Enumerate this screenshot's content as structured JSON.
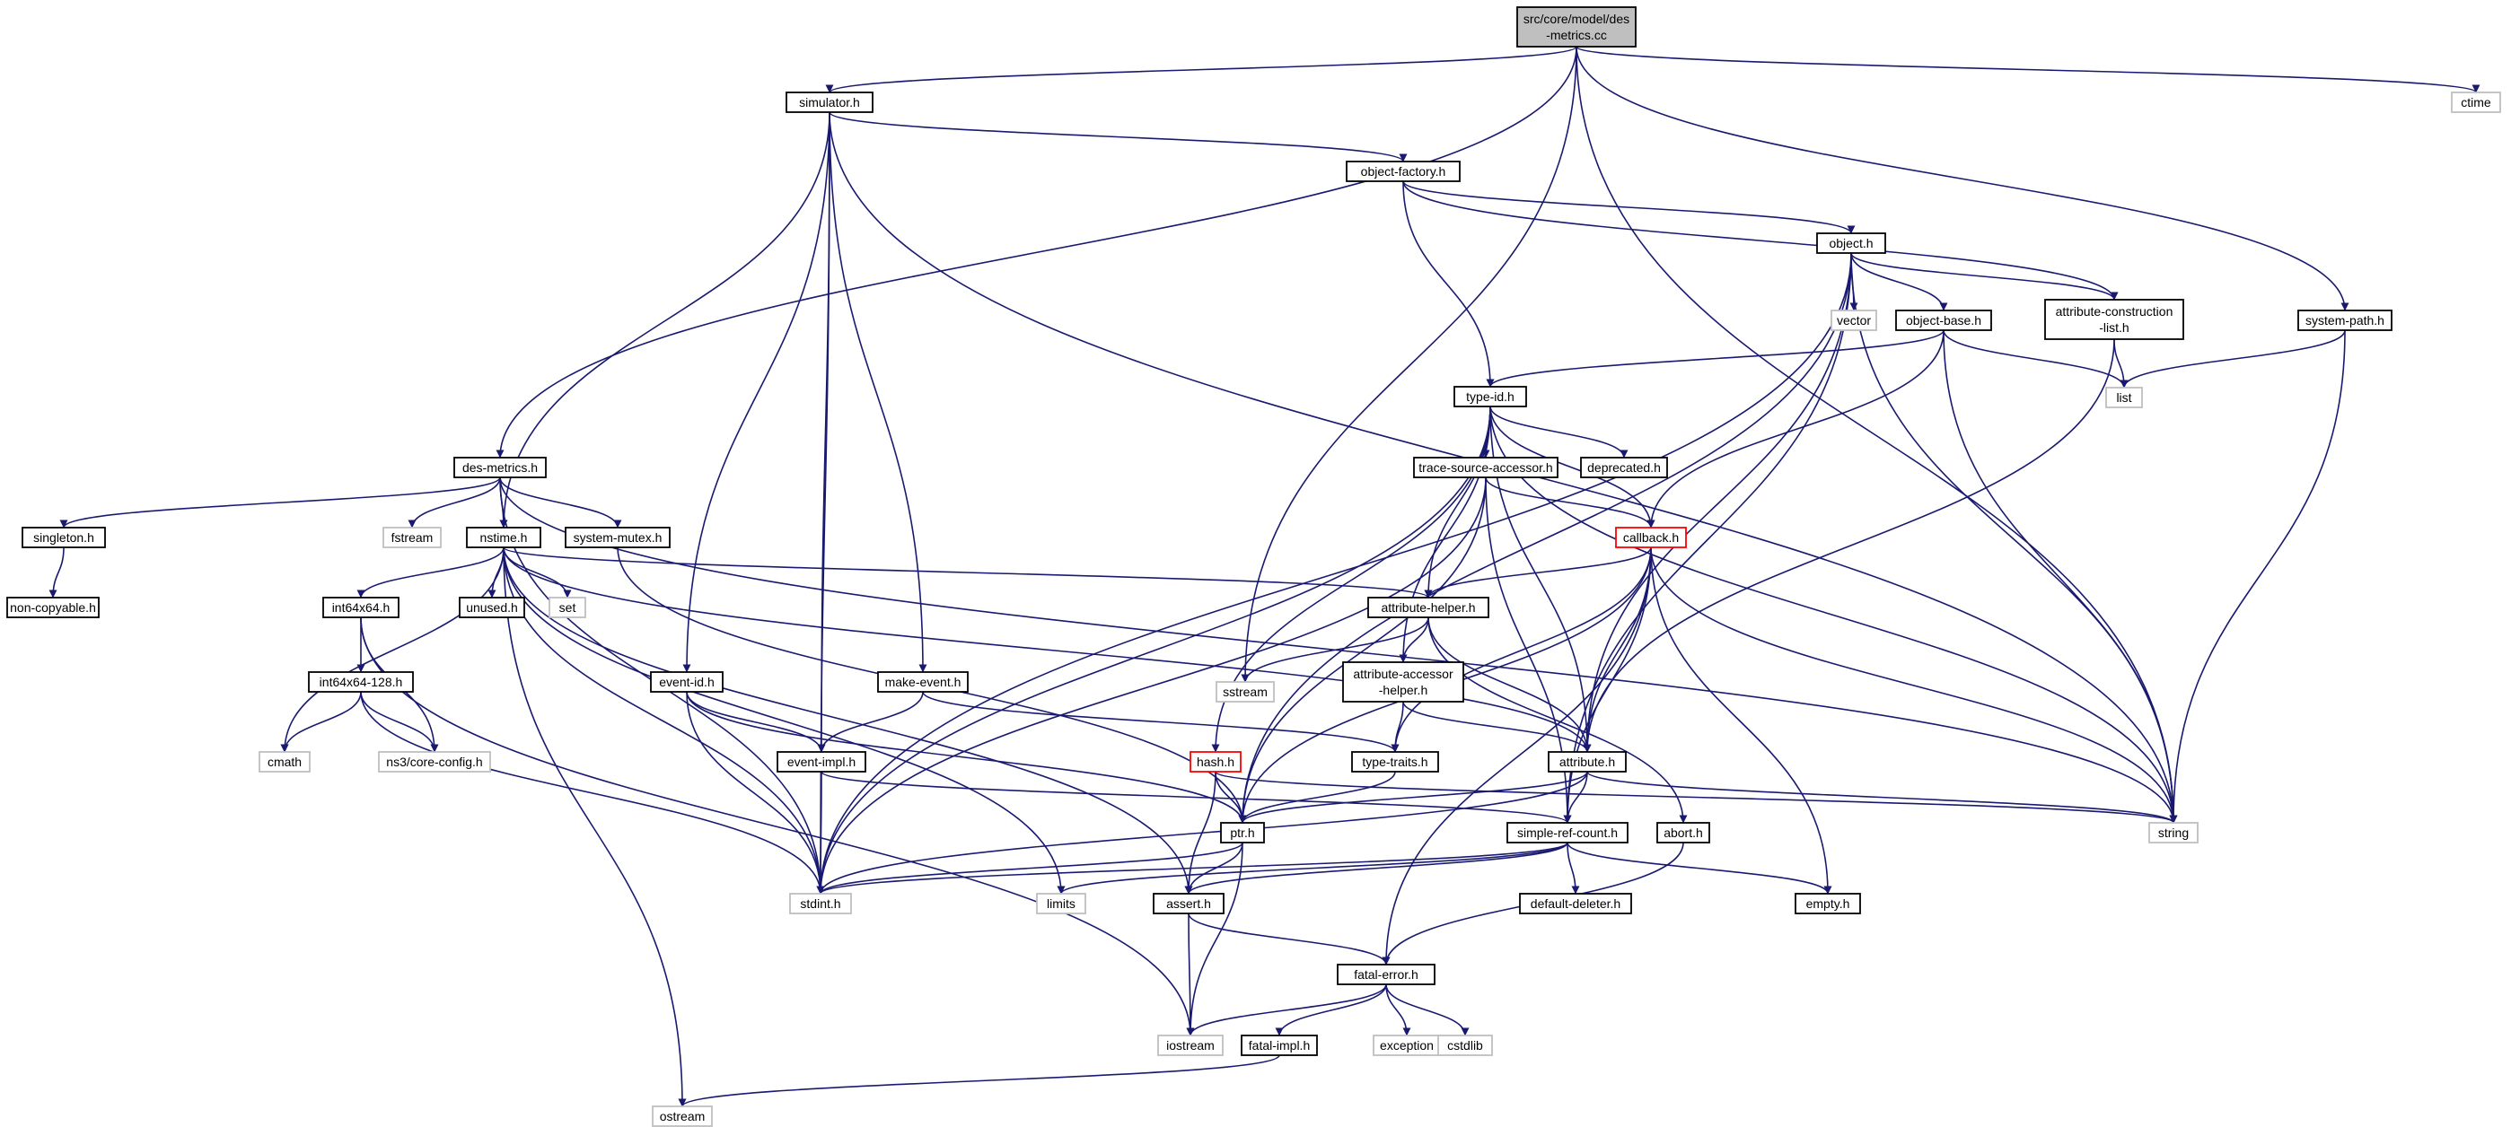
{
  "diagram": {
    "colors": {
      "edge": "#191970",
      "node_border": "#000000",
      "external_border": "#bfbfbf",
      "external_text": "#404040",
      "root_fill": "#bfbfbf",
      "highlight_border": "#ff0000"
    },
    "nodes": [
      {
        "id": "root",
        "label": "src/core/model/des\n-metrics.cc",
        "kind": "root"
      },
      {
        "id": "ctime",
        "label": "ctime",
        "kind": "external"
      },
      {
        "id": "simulator",
        "label": "simulator.h",
        "kind": "header"
      },
      {
        "id": "objfactory",
        "label": "object-factory.h",
        "kind": "header"
      },
      {
        "id": "object",
        "label": "object.h",
        "kind": "header"
      },
      {
        "id": "vector",
        "label": "vector",
        "kind": "external"
      },
      {
        "id": "objbase",
        "label": "object-base.h",
        "kind": "header"
      },
      {
        "id": "attrconst",
        "label": "attribute-construction\n-list.h",
        "kind": "header"
      },
      {
        "id": "syspath",
        "label": "system-path.h",
        "kind": "header"
      },
      {
        "id": "list",
        "label": "list",
        "kind": "external"
      },
      {
        "id": "typeid",
        "label": "type-id.h",
        "kind": "header"
      },
      {
        "id": "desmetrics",
        "label": "des-metrics.h",
        "kind": "header"
      },
      {
        "id": "tracesrc",
        "label": "trace-source-accessor.h",
        "kind": "header"
      },
      {
        "id": "deprecated",
        "label": "deprecated.h",
        "kind": "header"
      },
      {
        "id": "singleton",
        "label": "singleton.h",
        "kind": "header"
      },
      {
        "id": "fstream",
        "label": "fstream",
        "kind": "external"
      },
      {
        "id": "nstime",
        "label": "nstime.h",
        "kind": "header"
      },
      {
        "id": "sysmutex",
        "label": "system-mutex.h",
        "kind": "header"
      },
      {
        "id": "callback",
        "label": "callback.h",
        "kind": "highlight"
      },
      {
        "id": "noncopy",
        "label": "non-copyable.h",
        "kind": "header"
      },
      {
        "id": "int64",
        "label": "int64x64.h",
        "kind": "header"
      },
      {
        "id": "unused",
        "label": "unused.h",
        "kind": "header"
      },
      {
        "id": "set",
        "label": "set",
        "kind": "external"
      },
      {
        "id": "attrhelper",
        "label": "attribute-helper.h",
        "kind": "header"
      },
      {
        "id": "int64128",
        "label": "int64x64-128.h",
        "kind": "header"
      },
      {
        "id": "eventid",
        "label": "event-id.h",
        "kind": "header"
      },
      {
        "id": "makeevent",
        "label": "make-event.h",
        "kind": "header"
      },
      {
        "id": "sstream",
        "label": "sstream",
        "kind": "external"
      },
      {
        "id": "attracc",
        "label": "attribute-accessor\n-helper.h",
        "kind": "header"
      },
      {
        "id": "cmath",
        "label": "cmath",
        "kind": "external"
      },
      {
        "id": "coreconfig",
        "label": "ns3/core-config.h",
        "kind": "external"
      },
      {
        "id": "eventimpl",
        "label": "event-impl.h",
        "kind": "header"
      },
      {
        "id": "hash",
        "label": "hash.h",
        "kind": "highlight"
      },
      {
        "id": "typetraits",
        "label": "type-traits.h",
        "kind": "header"
      },
      {
        "id": "attribute",
        "label": "attribute.h",
        "kind": "header"
      },
      {
        "id": "ptr",
        "label": "ptr.h",
        "kind": "header"
      },
      {
        "id": "simpleref",
        "label": "simple-ref-count.h",
        "kind": "header"
      },
      {
        "id": "abort",
        "label": "abort.h",
        "kind": "header"
      },
      {
        "id": "string",
        "label": "string",
        "kind": "external"
      },
      {
        "id": "stdint",
        "label": "stdint.h",
        "kind": "external"
      },
      {
        "id": "limits",
        "label": "limits",
        "kind": "external"
      },
      {
        "id": "assert",
        "label": "assert.h",
        "kind": "header"
      },
      {
        "id": "defdeleter",
        "label": "default-deleter.h",
        "kind": "header"
      },
      {
        "id": "empty",
        "label": "empty.h",
        "kind": "header"
      },
      {
        "id": "fatalerror",
        "label": "fatal-error.h",
        "kind": "header"
      },
      {
        "id": "iostream",
        "label": "iostream",
        "kind": "external"
      },
      {
        "id": "fatalimpl",
        "label": "fatal-impl.h",
        "kind": "header"
      },
      {
        "id": "exception",
        "label": "exception",
        "kind": "external"
      },
      {
        "id": "cstdlib",
        "label": "cstdlib",
        "kind": "external"
      },
      {
        "id": "ostream",
        "label": "ostream",
        "kind": "external"
      }
    ],
    "edges": [
      [
        "root",
        "simulator"
      ],
      [
        "root",
        "desmetrics"
      ],
      [
        "root",
        "sstream"
      ],
      [
        "root",
        "ctime"
      ],
      [
        "root",
        "syspath"
      ],
      [
        "root",
        "string"
      ],
      [
        "simulator",
        "objfactory"
      ],
      [
        "simulator",
        "nstime"
      ],
      [
        "simulator",
        "eventid"
      ],
      [
        "simulator",
        "eventimpl"
      ],
      [
        "simulator",
        "makeevent"
      ],
      [
        "simulator",
        "stdint"
      ],
      [
        "simulator",
        "string"
      ],
      [
        "objfactory",
        "object"
      ],
      [
        "objfactory",
        "typeid"
      ],
      [
        "objfactory",
        "attrconst"
      ],
      [
        "object",
        "vector"
      ],
      [
        "object",
        "objbase"
      ],
      [
        "object",
        "attrconst"
      ],
      [
        "object",
        "ptr"
      ],
      [
        "object",
        "attribute"
      ],
      [
        "object",
        "simpleref"
      ],
      [
        "object",
        "stdint"
      ],
      [
        "object",
        "string"
      ],
      [
        "objbase",
        "typeid"
      ],
      [
        "objbase",
        "callback"
      ],
      [
        "objbase",
        "list"
      ],
      [
        "objbase",
        "string"
      ],
      [
        "attrconst",
        "list"
      ],
      [
        "attrconst",
        "attribute"
      ],
      [
        "syspath",
        "list"
      ],
      [
        "syspath",
        "string"
      ],
      [
        "typeid",
        "tracesrc"
      ],
      [
        "typeid",
        "deprecated"
      ],
      [
        "typeid",
        "callback"
      ],
      [
        "typeid",
        "attrhelper"
      ],
      [
        "typeid",
        "attracc"
      ],
      [
        "typeid",
        "hash"
      ],
      [
        "typeid",
        "attribute"
      ],
      [
        "typeid",
        "stdint"
      ],
      [
        "typeid",
        "string"
      ],
      [
        "tracesrc",
        "callback"
      ],
      [
        "tracesrc",
        "ptr"
      ],
      [
        "tracesrc",
        "simpleref"
      ],
      [
        "tracesrc",
        "stdint"
      ],
      [
        "desmetrics",
        "singleton"
      ],
      [
        "desmetrics",
        "fstream"
      ],
      [
        "desmetrics",
        "nstime"
      ],
      [
        "desmetrics",
        "sysmutex"
      ],
      [
        "desmetrics",
        "stdint"
      ],
      [
        "desmetrics",
        "string"
      ],
      [
        "singleton",
        "noncopy"
      ],
      [
        "sysmutex",
        "ptr"
      ],
      [
        "nstime",
        "int64"
      ],
      [
        "nstime",
        "unused"
      ],
      [
        "nstime",
        "set"
      ],
      [
        "nstime",
        "attrhelper"
      ],
      [
        "nstime",
        "attribute"
      ],
      [
        "nstime",
        "assert"
      ],
      [
        "nstime",
        "cmath"
      ],
      [
        "nstime",
        "limits"
      ],
      [
        "nstime",
        "stdint"
      ],
      [
        "nstime",
        "ostream"
      ],
      [
        "callback",
        "attrhelper"
      ],
      [
        "callback",
        "typetraits"
      ],
      [
        "callback",
        "attribute"
      ],
      [
        "callback",
        "ptr"
      ],
      [
        "callback",
        "simpleref"
      ],
      [
        "callback",
        "empty"
      ],
      [
        "callback",
        "fatalerror"
      ],
      [
        "callback",
        "string"
      ],
      [
        "int64",
        "int64128"
      ],
      [
        "int64",
        "coreconfig"
      ],
      [
        "int64",
        "iostream"
      ],
      [
        "int64128",
        "cmath"
      ],
      [
        "int64128",
        "coreconfig"
      ],
      [
        "int64128",
        "stdint"
      ],
      [
        "attrhelper",
        "attracc"
      ],
      [
        "attrhelper",
        "attribute"
      ],
      [
        "attrhelper",
        "abort"
      ],
      [
        "attrhelper",
        "sstream"
      ],
      [
        "attracc",
        "attribute"
      ],
      [
        "attracc",
        "typetraits"
      ],
      [
        "eventid",
        "eventimpl"
      ],
      [
        "eventid",
        "ptr"
      ],
      [
        "eventid",
        "stdint"
      ],
      [
        "makeevent",
        "eventimpl"
      ],
      [
        "makeevent",
        "typetraits"
      ],
      [
        "eventimpl",
        "simpleref"
      ],
      [
        "eventimpl",
        "stdint"
      ],
      [
        "hash",
        "ptr"
      ],
      [
        "hash",
        "assert"
      ],
      [
        "hash",
        "string"
      ],
      [
        "typetraits",
        "ptr"
      ],
      [
        "attribute",
        "ptr"
      ],
      [
        "attribute",
        "simpleref"
      ],
      [
        "attribute",
        "string"
      ],
      [
        "attribute",
        "stdint"
      ],
      [
        "ptr",
        "assert"
      ],
      [
        "ptr",
        "iostream"
      ],
      [
        "ptr",
        "stdint"
      ],
      [
        "simpleref",
        "defdeleter"
      ],
      [
        "simpleref",
        "empty"
      ],
      [
        "simpleref",
        "assert"
      ],
      [
        "simpleref",
        "limits"
      ],
      [
        "simpleref",
        "stdint"
      ],
      [
        "abort",
        "fatalerror"
      ],
      [
        "assert",
        "fatalerror"
      ],
      [
        "assert",
        "iostream"
      ],
      [
        "fatalerror",
        "iostream"
      ],
      [
        "fatalerror",
        "fatalimpl"
      ],
      [
        "fatalerror",
        "exception"
      ],
      [
        "fatalerror",
        "cstdlib"
      ],
      [
        "fatalimpl",
        "ostream"
      ]
    ]
  }
}
